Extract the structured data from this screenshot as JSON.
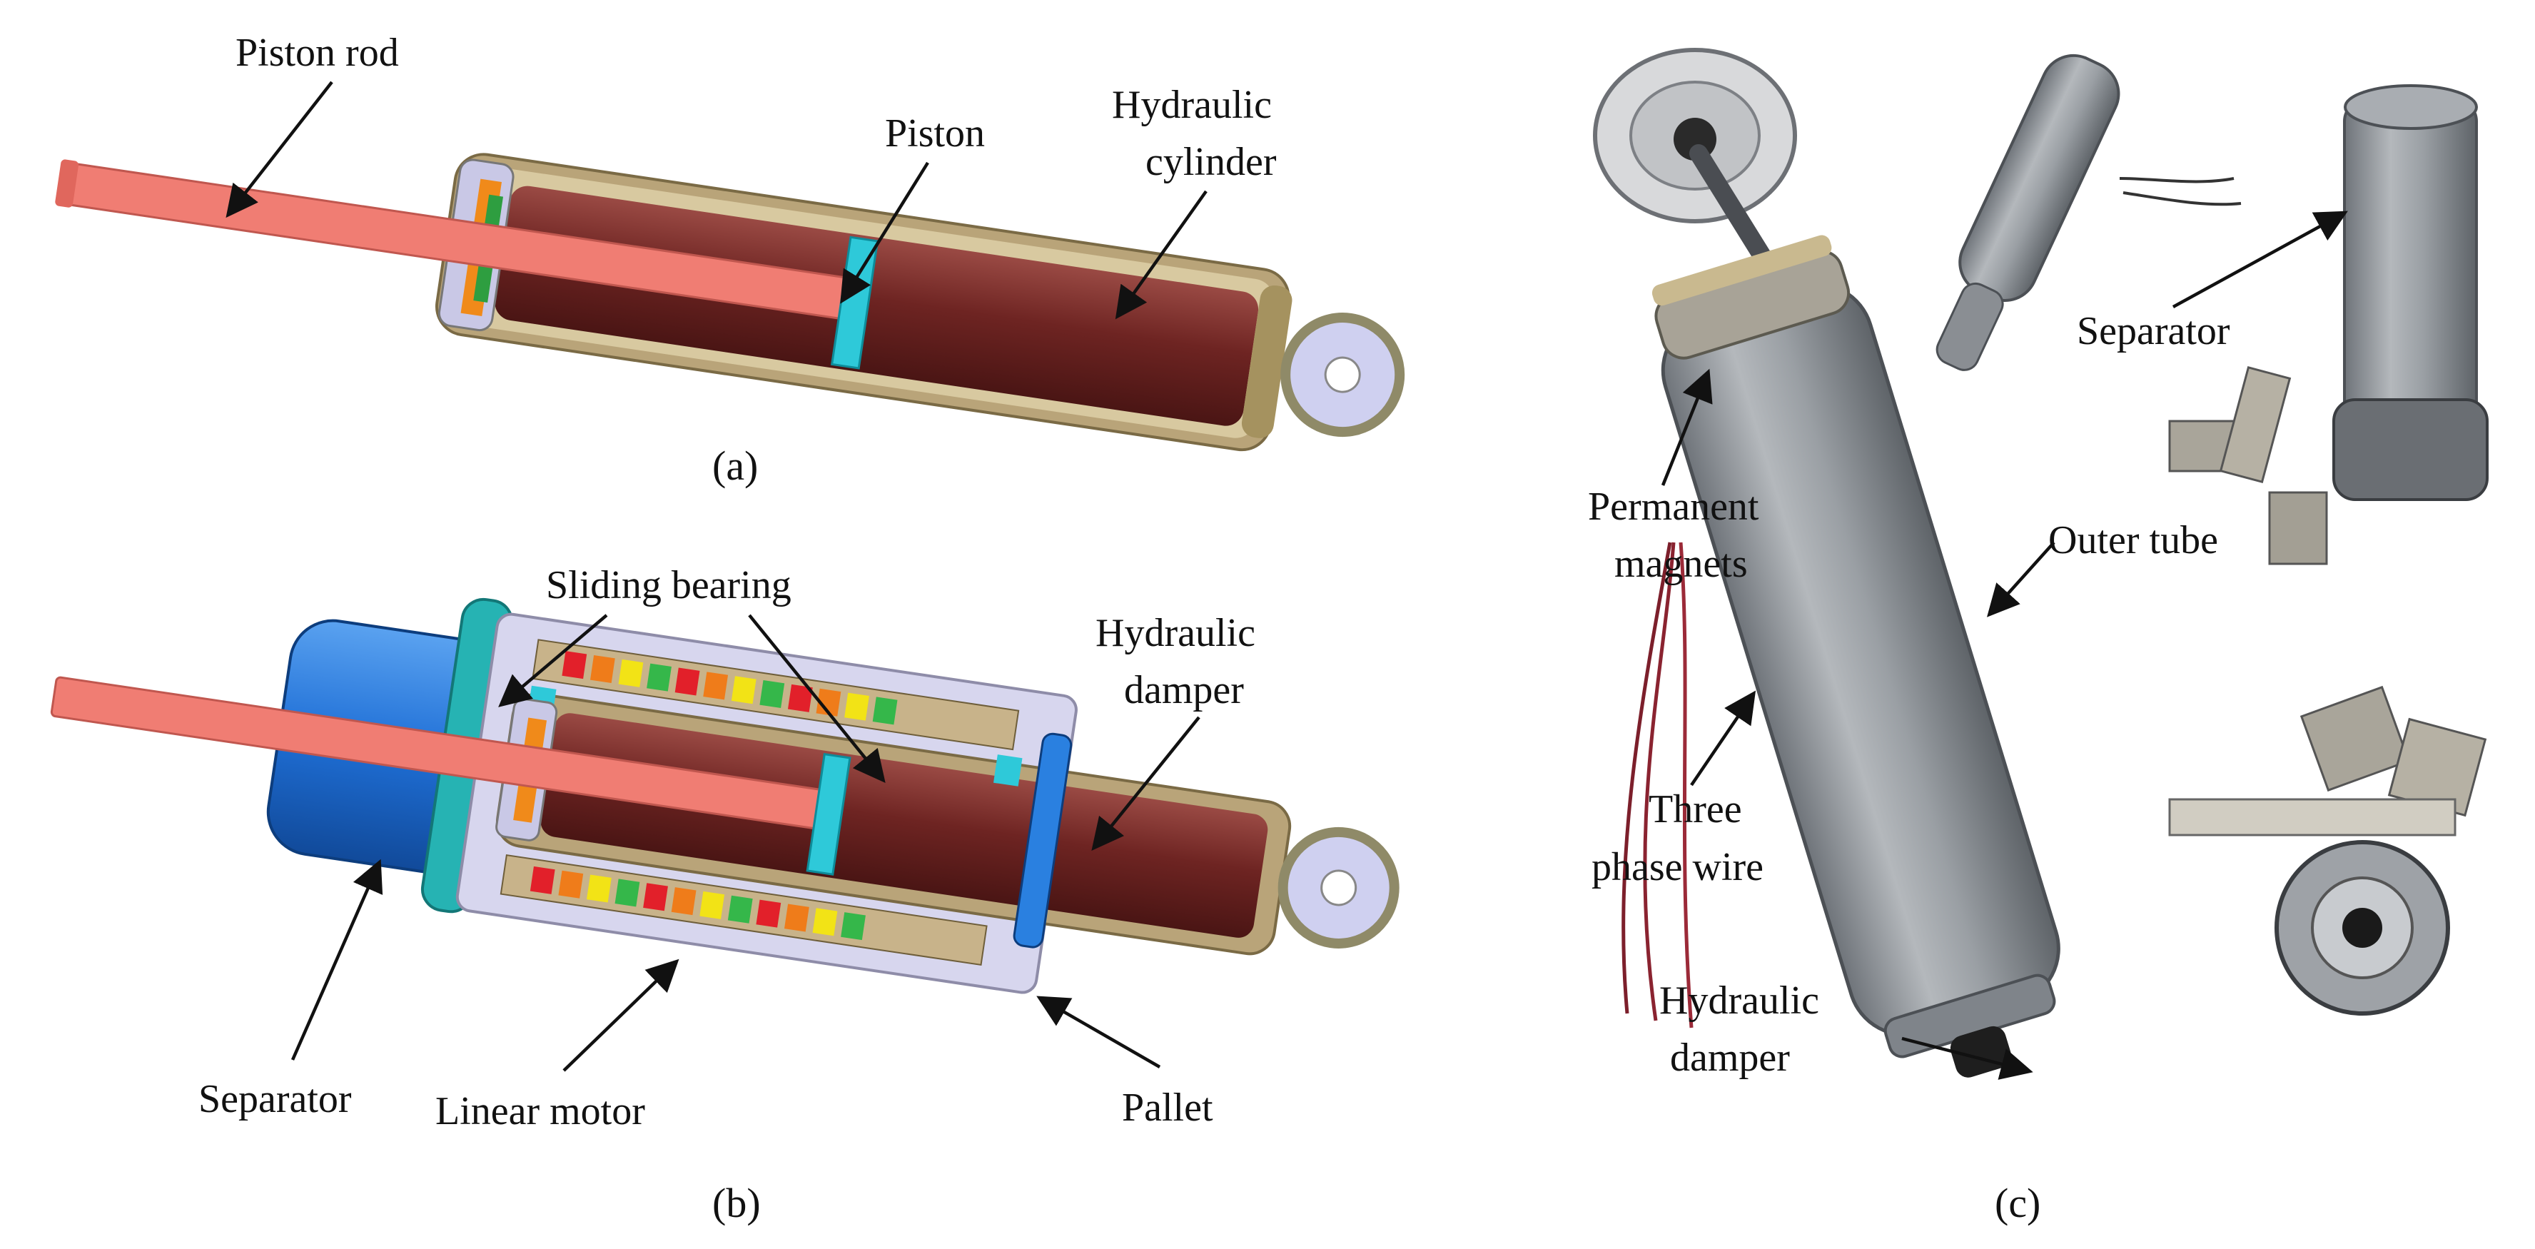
{
  "panels": {
    "a": {
      "caption": "(a)",
      "labels": {
        "piston_rod": "Piston rod",
        "piston": "Piston",
        "hydraulic_cylinder_1": "Hydraulic",
        "hydraulic_cylinder_2": "cylinder"
      }
    },
    "b": {
      "caption": "(b)",
      "labels": {
        "sliding_bearing": "Sliding bearing",
        "hydraulic_damper_1": "Hydraulic",
        "hydraulic_damper_2": "damper",
        "separator": "Separator",
        "linear_motor": "Linear motor",
        "pallet": "Pallet"
      }
    },
    "c": {
      "caption": "(c)",
      "labels": {
        "permanent_magnets_1": "Permanent",
        "permanent_magnets_2": "magnets",
        "three_phase_wire_1": "Three",
        "three_phase_wire_2": "phase wire",
        "hydraulic_damper_1": "Hydraulic",
        "hydraulic_damper_2": "damper",
        "outer_tube": "Outer tube",
        "separator": "Separator"
      }
    }
  },
  "colors": {
    "piston_rod": "#f07d73",
    "cylinder_body": "#6e2422",
    "outer_shell": "#b9a479",
    "piston": "#2ec9d9",
    "separator": "#1f6fd6",
    "eye": "#cfd0f0",
    "motor_coil": "#c8b38a",
    "metal_photo": "#8f949a"
  }
}
